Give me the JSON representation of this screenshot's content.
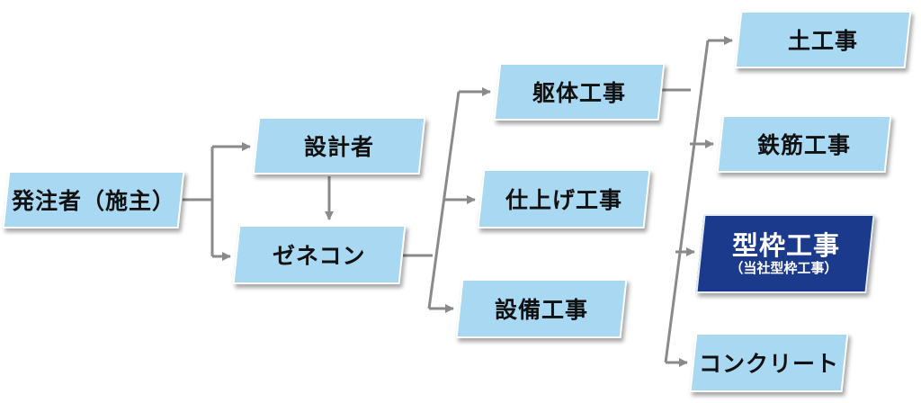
{
  "colors": {
    "node_fill": "#a9d8f3",
    "highlight_fill": "#1c3a8c",
    "connector": "#8a8a8a"
  },
  "nodes": {
    "client": "発注者（施主）",
    "designer": "設計者",
    "general_contractor": "ゼネコン",
    "structural_work": "躯体工事",
    "finishing_work": "仕上げ工事",
    "equipment_work": "設備工事",
    "earth_work": "土工事",
    "rebar_work": "鉄筋工事",
    "formwork": "型枠工事",
    "formwork_note": "（当社型枠工事）",
    "concrete": "コンクリート"
  }
}
